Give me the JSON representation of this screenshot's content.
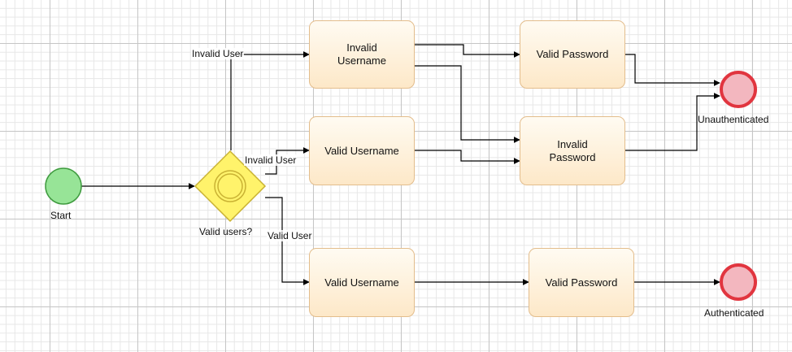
{
  "start": {
    "label": "Start",
    "color": "#97e497",
    "stroke": "#3f9b3f"
  },
  "gateway": {
    "label": "Valid users?",
    "fill": "#fff36b",
    "stroke": "#c9b233"
  },
  "ends": {
    "unauthenticated": {
      "label": "Unauthenticated",
      "fill": "#f3b7bf",
      "stroke": "#e1353f"
    },
    "authenticated": {
      "label": "Authenticated",
      "fill": "#f3b7bf",
      "stroke": "#e1353f"
    }
  },
  "edges": {
    "invalid_user_top": "Invalid User",
    "invalid_user_mid": "Invalid User",
    "valid_user": "Valid User"
  },
  "tasks": {
    "invalid_username": "Invalid\nUsername",
    "valid_username_mid": "Valid Username",
    "valid_username_bottom": "Valid Username",
    "valid_password_top": "Valid Password",
    "invalid_password": "Invalid\nPassword",
    "valid_password_bottom": "Valid Password"
  }
}
